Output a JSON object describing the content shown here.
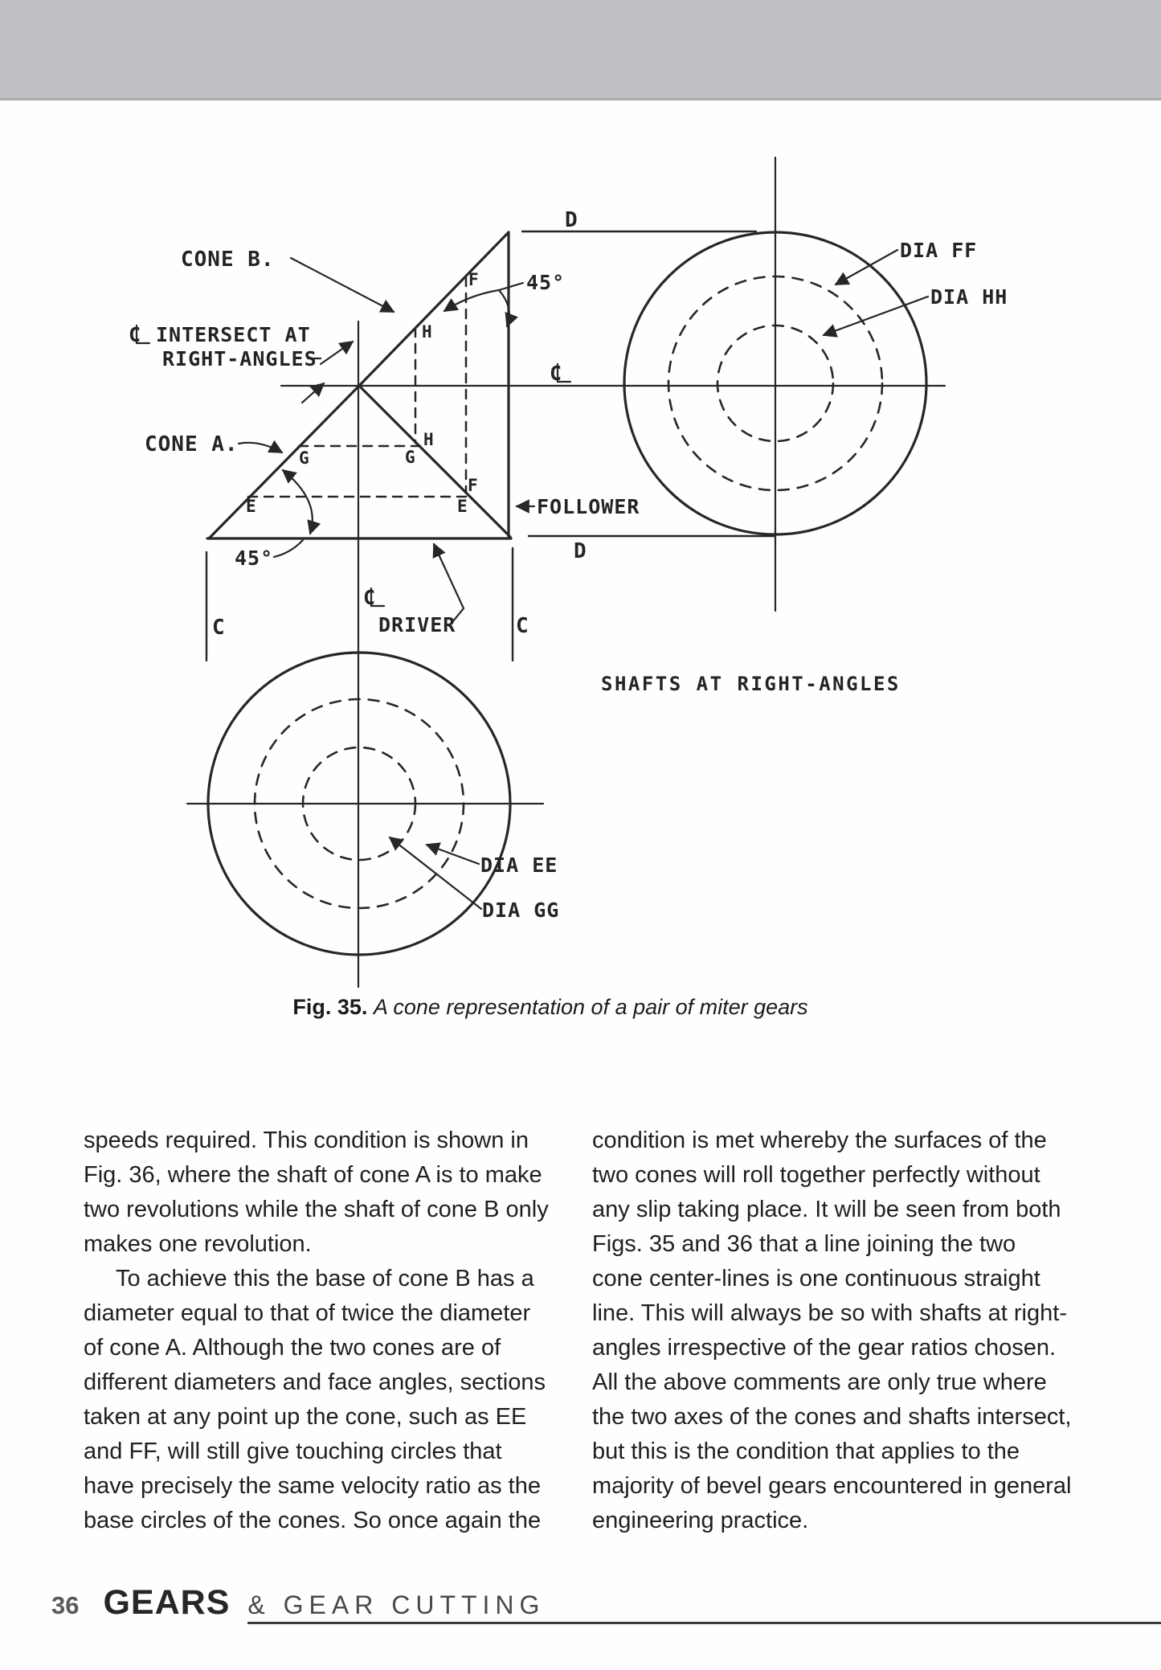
{
  "page": {
    "number": "36",
    "book_title": "GEARS",
    "book_subtitle": "& GEAR CUTTING"
  },
  "figure": {
    "caption_label": "Fig. 35.",
    "caption_text": "A cone representation of a pair of miter gears",
    "labels": {
      "cone_b": "CONE B.",
      "cone_a": "CONE A.",
      "intersect_line1": "INTERSECT AT",
      "intersect_line2": "RIGHT-ANGLES",
      "angle_45": "45°",
      "follower": "FOLLOWER",
      "driver": "DRIVER",
      "shafts": "SHAFTS AT RIGHT-ANGLES",
      "dia_ff": "DIA FF",
      "dia_hh": "DIA HH",
      "dia_ee": "DIA EE",
      "dia_gg": "DIA GG",
      "dim_d": "D",
      "section_c": "C",
      "pt_e": "E",
      "pt_f": "F",
      "pt_g": "G",
      "pt_h": "H"
    }
  },
  "body": {
    "left": [
      "speeds required. This condition is shown in",
      "Fig. 36, where the shaft of cone A is to make",
      "two revolutions while the shaft of cone B only",
      "makes one revolution.",
      "To achieve this the base of cone B has a",
      "diameter equal to that of twice the diameter",
      "of cone A. Although the two cones are of",
      "different diameters and face angles, sections",
      "taken at any point up the cone, such as EE",
      "and FF, will still give touching circles that",
      "have precisely the same velocity ratio as the",
      "base circles of the cones. So once again the"
    ],
    "right": [
      "condition is met whereby the surfaces of the",
      "two cones will roll together perfectly without",
      "any slip taking place. It will be seen from both",
      "Figs. 35 and 36 that a line joining the two",
      "cone center-lines is one continuous straight",
      "line. This will always be so with shafts at right-",
      "angles irrespective of the gear ratios chosen.",
      "All the above comments are only true where",
      "the two axes of the cones and shafts intersect,",
      "but this is the condition that applies to the",
      "majority of bevel gears encountered in general",
      "engineering practice."
    ]
  }
}
